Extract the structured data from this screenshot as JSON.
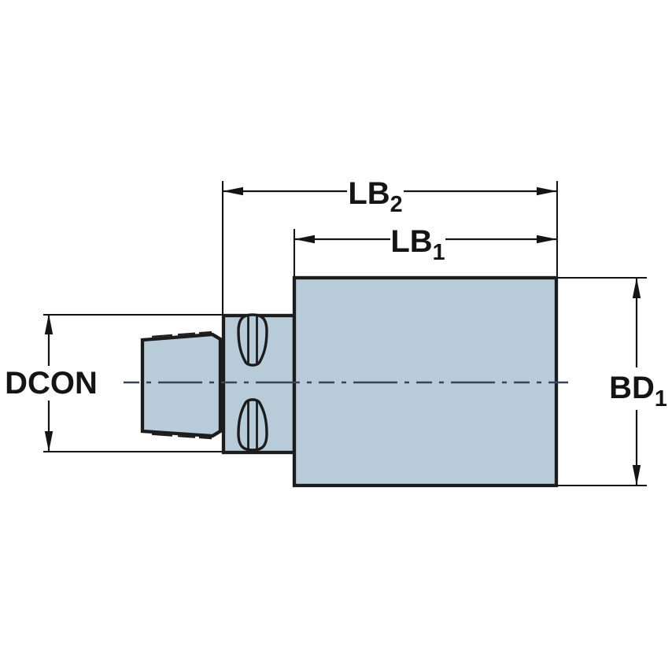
{
  "colors": {
    "background": "#ffffff",
    "part_fill": "#b8cbd8",
    "outline": "#1c1c1c",
    "centerline": "#374757",
    "dimension": "#141414"
  },
  "labels": {
    "lb2": {
      "main": "LB",
      "sub": "2"
    },
    "lb1": {
      "main": "LB",
      "sub": "1"
    },
    "dcon": {
      "main": "DCON",
      "sub": ""
    },
    "bd1": {
      "main": "BD",
      "sub": "1"
    }
  }
}
